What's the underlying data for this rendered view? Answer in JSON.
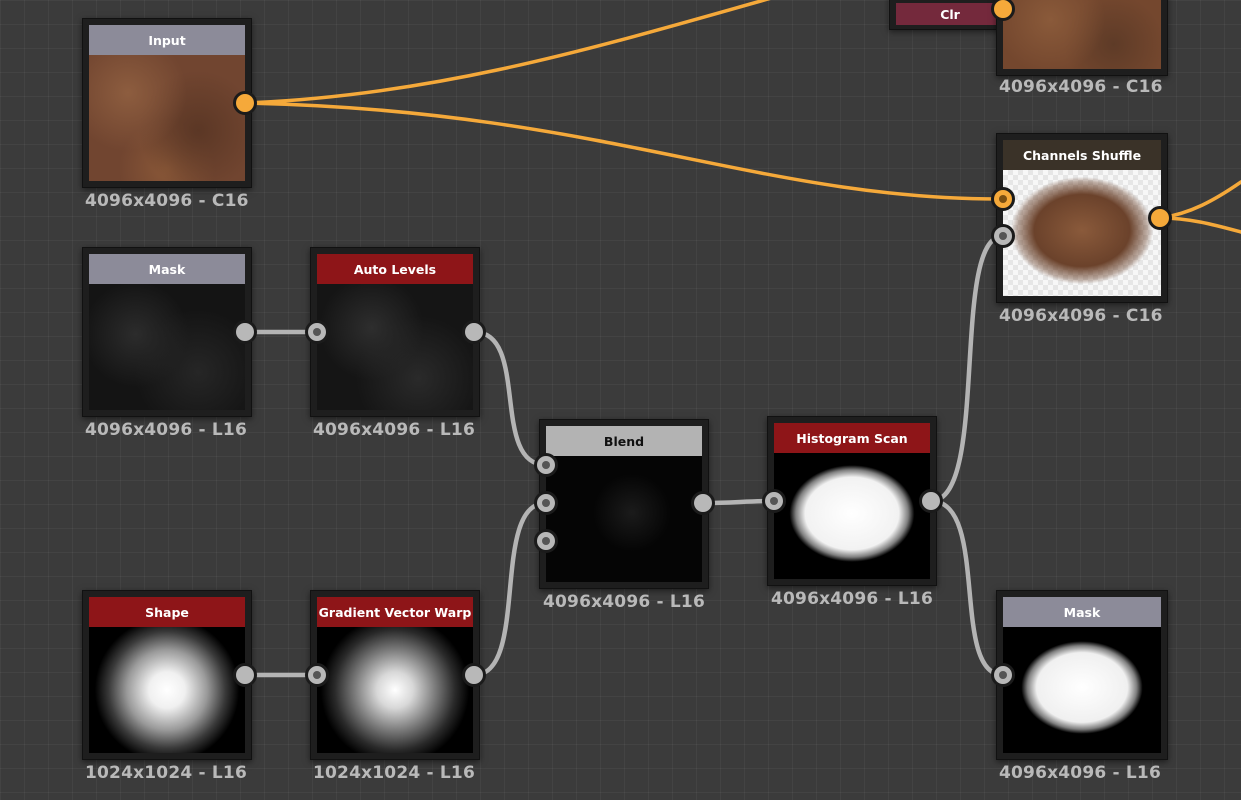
{
  "nodes": {
    "clr_top": {
      "title": "Clr"
    },
    "input": {
      "title": "Input",
      "resolution": "4096x4096 - C16"
    },
    "top_right_preview": {
      "resolution": "4096x4096 - C16"
    },
    "channels_shuffle": {
      "title": "Channels Shuffle",
      "resolution": "4096x4096 - C16"
    },
    "mask_left": {
      "title": "Mask",
      "resolution": "4096x4096 - L16"
    },
    "auto_levels": {
      "title": "Auto Levels",
      "resolution": "4096x4096 - L16"
    },
    "blend": {
      "title": "Blend",
      "resolution": "4096x4096 - L16"
    },
    "histogram_scan": {
      "title": "Histogram Scan",
      "resolution": "4096x4096 - L16"
    },
    "shape": {
      "title": "Shape",
      "resolution": "1024x1024 - L16"
    },
    "gradient_vector_warp": {
      "title": "Gradient Vector Warp",
      "resolution": "1024x1024 - L16"
    },
    "mask_right": {
      "title": "Mask",
      "resolution": "4096x4096 - L16"
    }
  },
  "colors": {
    "graph_background": "#3b3b3b",
    "color_wire": "#f5a93a",
    "grayscale_wire": "#b4b4b4",
    "header_input": "#8c8b99",
    "header_filter": "#8e1518",
    "header_blend": "#b3b3b3",
    "header_channels_shuffle": "#3a3228",
    "header_color": "#74293c"
  }
}
